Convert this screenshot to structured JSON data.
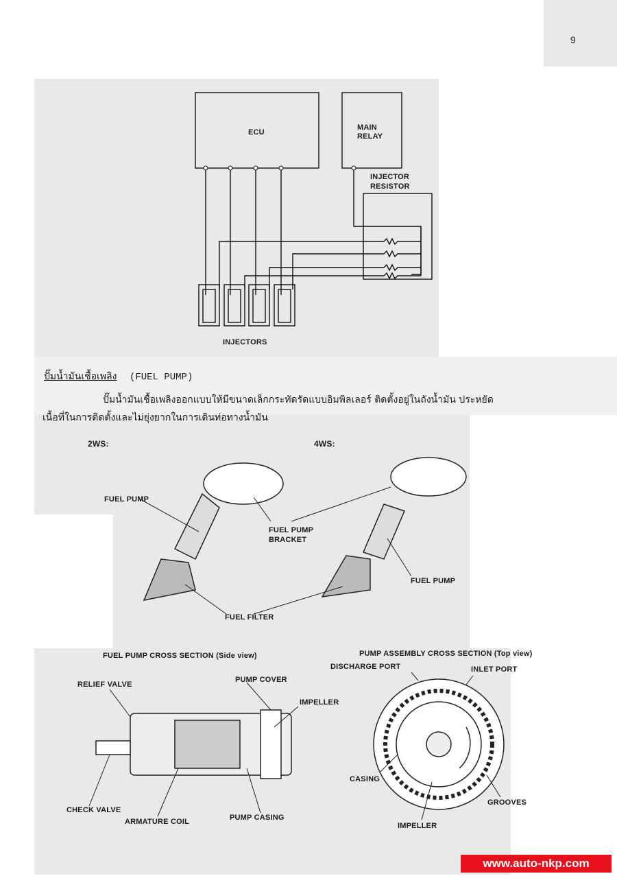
{
  "page_number": "9",
  "wiring_diagram": {
    "ecu": "ECU",
    "main_relay_line1": "MAIN",
    "main_relay_line2": "RELAY",
    "injector_resistor_line1": "INJECTOR",
    "injector_resistor_line2": "RESISTOR",
    "injectors": "INJECTORS"
  },
  "section": {
    "heading_thai": "ปั๊มน้ำมันเชื้อเพลิง",
    "heading_en": "(FUEL PUMP)",
    "para_line1": "ปั๊มน้ำมันเชื้อเพลิงออกแบบให้มีขนาดเล็กกระทัดรัดแบบอิมพิลเลอร์  ติดตั้งอยู่ในถังน้ำมัน ประหยัด",
    "para_line2": "เนื้อที่ในการติดตั้งและไม่ยุ่งยากในการเดินท่อทางน้ำมัน"
  },
  "pump_figure": {
    "label_2ws": "2WS:",
    "label_4ws": "4WS:",
    "fuel_pump_left": "FUEL PUMP",
    "bracket_line1": "FUEL PUMP",
    "bracket_line2": "BRACKET",
    "fuel_pump_right": "FUEL PUMP",
    "fuel_filter": "FUEL FILTER"
  },
  "side_view": {
    "title": "FUEL PUMP CROSS SECTION (Side view)",
    "relief_valve": "RELIEF VALVE",
    "pump_cover": "PUMP COVER",
    "impeller": "IMPELLER",
    "check_valve": "CHECK VALVE",
    "armature_coil": "ARMATURE COIL",
    "pump_casing": "PUMP CASING"
  },
  "top_view": {
    "title": "PUMP ASSEMBLY CROSS SECTION (Top view)",
    "discharge_port": "DISCHARGE PORT",
    "inlet_port": "INLET PORT",
    "casing": "CASING",
    "grooves": "GROOVES",
    "impeller": "IMPELLER"
  },
  "watermark": "www.auto-nkp.com"
}
